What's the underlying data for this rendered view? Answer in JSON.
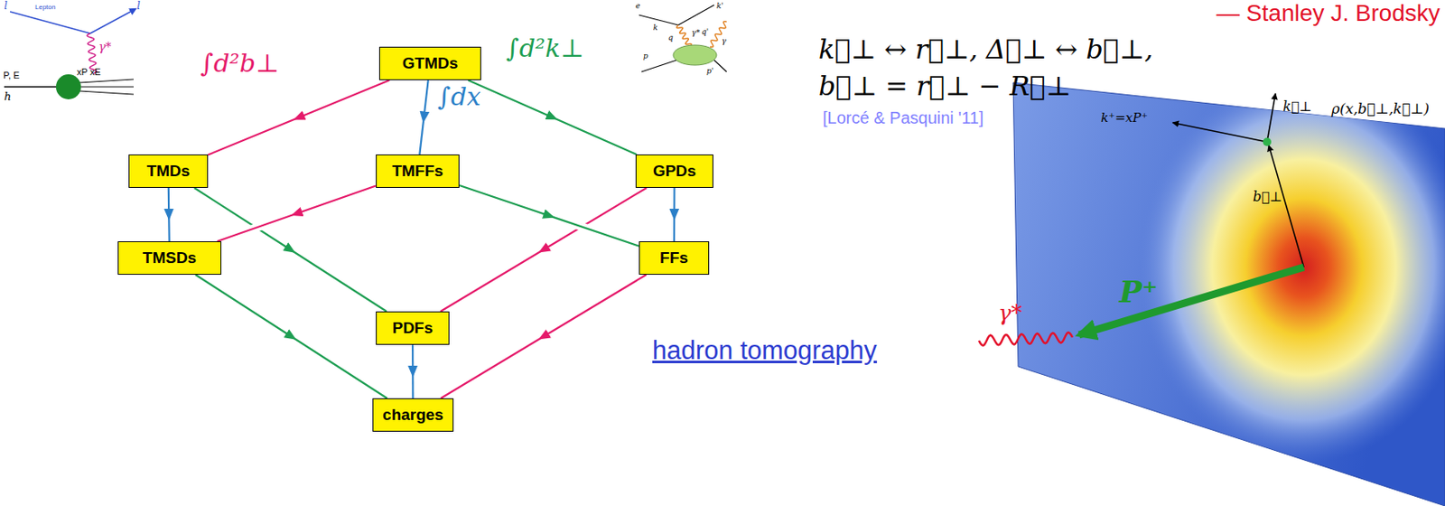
{
  "diagram": {
    "nodes": [
      {
        "text": [
          "GTMDs"
        ]
      },
      {
        "text": [
          "TMDs"
        ]
      },
      {
        "text": [
          "TMFFs"
        ]
      },
      {
        "text": [
          "GPDs"
        ]
      },
      {
        "text": [
          "TMSDs"
        ]
      },
      {
        "text": [
          "FFs"
        ]
      },
      {
        "text": [
          "PDFs"
        ]
      },
      {
        "text": [
          "charges"
        ]
      }
    ],
    "edges": [
      {
        "from": 0,
        "to": 1,
        "arrow": "to",
        "label": "∫d²b⊥"
      },
      {
        "from": 0,
        "to": 2,
        "arrow": "to",
        "label": "∫dx"
      },
      {
        "from": 0,
        "to": 3,
        "arrow": "to",
        "label": "∫d²k⊥"
      },
      {
        "from": 1,
        "to": 4,
        "arrow": "to"
      },
      {
        "from": 1,
        "to": 6,
        "arrow": "to"
      },
      {
        "from": 2,
        "to": 4,
        "arrow": "to"
      },
      {
        "from": 2,
        "to": 5,
        "arrow": "to"
      },
      {
        "from": 3,
        "to": 6,
        "arrow": "to"
      },
      {
        "from": 3,
        "to": 5,
        "arrow": "to"
      },
      {
        "from": 4,
        "to": 7,
        "arrow": "to"
      },
      {
        "from": 6,
        "to": 7,
        "arrow": "to"
      },
      {
        "from": 5,
        "to": 7,
        "arrow": "to"
      }
    ],
    "labels": [
      "— Stanley J. Brodsky",
      "k⃗⊥ ↔ r⃗⊥, Δ⃗⊥ ↔ b⃗⊥,",
      "b⃗⊥ = r⃗⊥ − R⃗⊥",
      "[Lorcé & Pasquini '11]",
      "k⁺=xP⁺",
      "ρ(x,b⃗⊥,k⃗⊥)",
      "k⃗⊥",
      "b⃗⊥",
      "P⁺",
      "γ*",
      "hadron tomography",
      "l",
      "Lepton",
      "l",
      "γ*",
      "P, E",
      "xP xE",
      "h",
      "e",
      "k",
      "k'",
      "q",
      "q'",
      "γ",
      "γ*",
      "p",
      "p'"
    ]
  }
}
